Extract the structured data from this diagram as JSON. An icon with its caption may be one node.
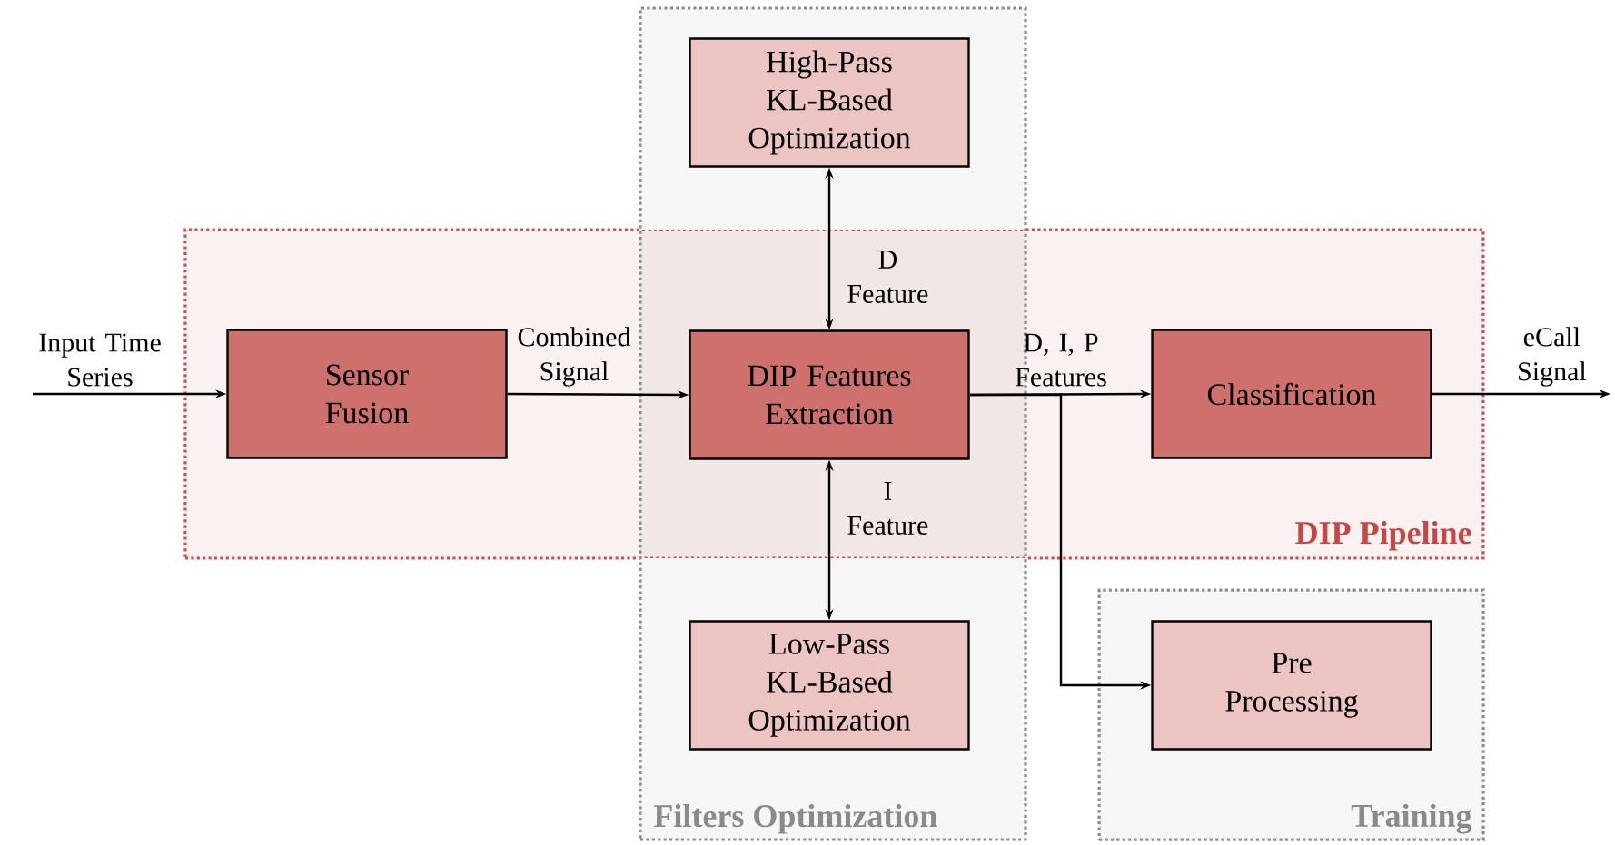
{
  "diagram": {
    "nodes": [
      {
        "text": [
          "Filters Optimization"
        ]
      },
      {
        "text": [
          "High-Pass KL-Based Optimization"
        ],
        "in": 0
      },
      {
        "text": [
          "DIP Pipeline"
        ]
      },
      {
        "text": [
          "Sensor Fusion"
        ],
        "in": 2
      },
      {
        "text": [
          "DIP Features Extraction"
        ]
      },
      {
        "text": [
          "Classification"
        ],
        "in": 2
      },
      {
        "text": [
          "Low-Pass KL-Based Optimization"
        ],
        "in": 0
      },
      {
        "text": [
          "Training"
        ]
      },
      {
        "text": [
          "Pre Processing"
        ],
        "in": 7
      }
    ],
    "edges": [
      {
        "from": null,
        "to": 3,
        "arrow": "to",
        "label": "Input Time Series"
      },
      {
        "from": 3,
        "to": 4,
        "arrow": "to",
        "label": "Combined Signal"
      },
      {
        "from": 4,
        "to": 1,
        "arrow": "both",
        "label": "D Feature"
      },
      {
        "from": 4,
        "to": 5,
        "arrow": "to",
        "label": "D, I, P Features"
      },
      {
        "from": 4,
        "to": 8,
        "arrow": "to"
      },
      {
        "from": 5,
        "to": null,
        "arrow": "to",
        "label": "eCall Signal"
      },
      {
        "from": 4,
        "to": 6,
        "arrow": "both",
        "label": "I Feature"
      }
    ]
  }
}
